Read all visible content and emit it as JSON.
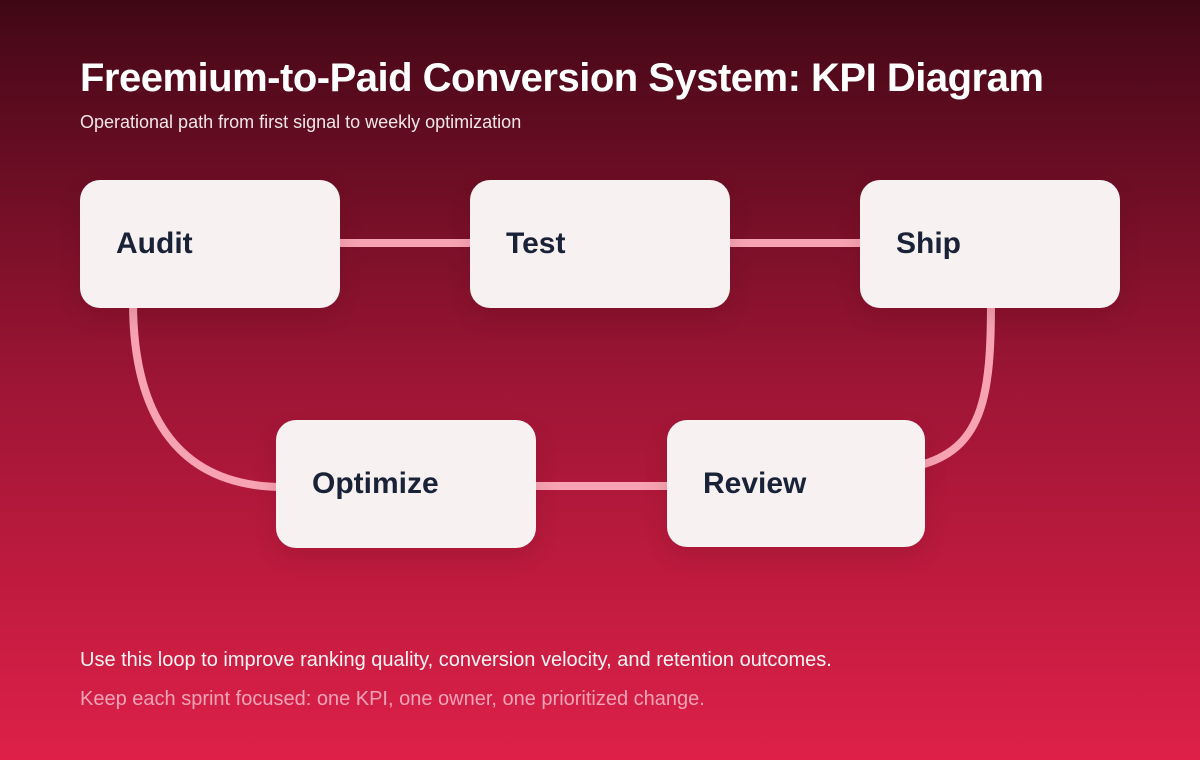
{
  "header": {
    "title": "Freemium-to-Paid Conversion System: KPI Diagram",
    "subtitle": "Operational path from first signal to weekly optimization"
  },
  "diagram": {
    "type": "cycle-flow",
    "nodes": [
      {
        "id": "audit",
        "label": "Audit"
      },
      {
        "id": "test",
        "label": "Test"
      },
      {
        "id": "ship",
        "label": "Ship"
      },
      {
        "id": "optimize",
        "label": "Optimize"
      },
      {
        "id": "review",
        "label": "Review"
      }
    ],
    "edges": [
      {
        "from": "audit",
        "to": "test"
      },
      {
        "from": "test",
        "to": "ship"
      },
      {
        "from": "ship",
        "to": "review"
      },
      {
        "from": "review",
        "to": "optimize"
      },
      {
        "from": "optimize",
        "to": "audit"
      }
    ]
  },
  "footer": {
    "line1": "Use this loop to improve ranking quality, conversion velocity, and retention outcomes.",
    "line2": "Keep each sprint focused: one KPI, one owner, one prioritized change."
  },
  "colors": {
    "background_top": "#3e0714",
    "background_bottom": "#de2048",
    "node_fill": "#f7f1f2",
    "node_text": "#1a2237",
    "connector": "#f8a3b3",
    "title_text": "#ffffff",
    "subtitle_text": "#f2e6ea",
    "footer_primary_text": "#fdf4f6",
    "footer_secondary_text": "#f2a3b7"
  }
}
